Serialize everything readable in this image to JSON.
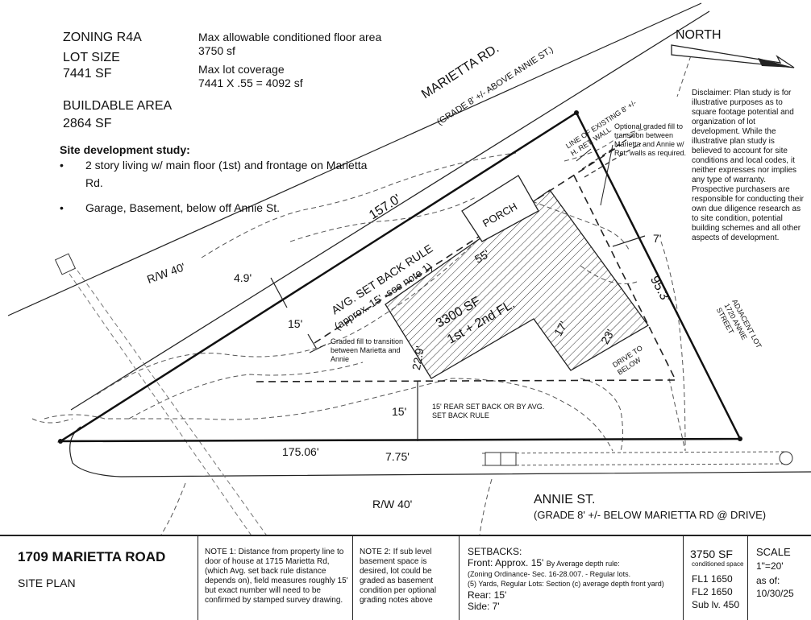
{
  "header": {
    "zoning": "ZONING R4A",
    "lot_size_label": "LOT SIZE",
    "lot_size_value": "7441 SF",
    "buildable_label": "BUILDABLE AREA",
    "buildable_value": "2864 SF",
    "max_floor_label": "Max allowable conditioned floor area",
    "max_floor_value": "3750 sf",
    "max_cov_label": "Max lot coverage",
    "max_cov_value": "7441 X .55 = 4092 sf"
  },
  "study": {
    "title": "Site development study:",
    "items": [
      {
        "bullet": "•",
        "text1": "2 story living w/ main floor (1st) and frontage on Marietta",
        "text2": "Rd."
      },
      {
        "bullet": "•",
        "text1": "Garage, Basement, below off Annie St.",
        "text2": ""
      }
    ]
  },
  "north": "NORTH",
  "disclaimer": "Disclaimer: Plan study is for illustrative purposes as to square footage potential and organization of lot development. While the illustrative plan study is believed to account for site conditions and local codes, it neither expresses nor implies any type of warranty. Prospective purchasers are responsible for conducting their own due diligence research as to site condition, potential building schemes and all other aspects of development.",
  "plan": {
    "marietta_rd": "MARIETTA RD.",
    "marietta_grade": "(GRADE 8' +/- ABOVE ANNIE ST.)",
    "annie_st": "ANNIE ST.",
    "annie_grade": "(GRADE 8' +/- BELOW MARIETTA RD @ DRIVE)",
    "rw_top": "R/W 40'",
    "rw_bottom": "R/W 40'",
    "dim_157": "157.0'",
    "dim_95": "95.3'",
    "dim_175": "175.06'",
    "dim_775": "7.75'",
    "dim_49": "4.9'",
    "dim_15_left": "15'",
    "dim_15_rear": "15'",
    "dim_7": "7'",
    "dim_55": "55'",
    "dim_229": "22.9'",
    "dim_17": "17'",
    "dim_23": "23'",
    "porch": "PORCH",
    "area": "3300 SF",
    "floors": "1st + 2nd FL.",
    "setback_rule": "AVG. SET BACK RULE",
    "setback_approx": "(approx. 15' -see note 1)",
    "ret_wall": "LINE OF EXISTING 8' +/- H. RET. WALL",
    "optional_fill": "Optional graded fill to transition between Marietta and Annie w/ Ret. walls as required.",
    "graded_fill": "Graded fill to transition between Marietta and Annie",
    "rear_setback": "15' REAR SET BACK OR BY AVG. SET BACK RULE",
    "adjacent": "ADJACENT LOT 1720 ANNIE STREET",
    "drive": "DRIVE TO BELOW"
  },
  "title_block": {
    "address": "1709 MARIETTA ROAD",
    "sheet": "SITE PLAN",
    "note1": "NOTE 1: Distance from property line to door of house at 1715 Marietta Rd, (which Avg. set back rule distance depends on), field measures roughly 15' but exact number will need to be confirmed by stamped survey drawing.",
    "note2": "NOTE 2: If sub level basement space is desired, lot could be graded as basement condition per optional grading notes above",
    "setbacks_title": "SETBACKS:",
    "front": "Front: Approx. 15'",
    "front_rule": "By Average depth rule:",
    "zoning_ord": "(Zoning Ordinance- Sec. 16-28.007. - Regular lots.",
    "yards": "(5) Yards, Regular Lots: Section (c) average depth front yard)",
    "rear": "Rear: 15'",
    "side": "Side: 7'",
    "cond_sf": "3750 SF",
    "cond_label": "conditioned space",
    "fl1": "FL1 1650",
    "fl2": "FL2 1650",
    "sub": "Sub lv. 450",
    "scale_label": "SCALE",
    "scale_value": "1\"=20'",
    "asof_label": "as of:",
    "asof_value": "10/30/25"
  }
}
